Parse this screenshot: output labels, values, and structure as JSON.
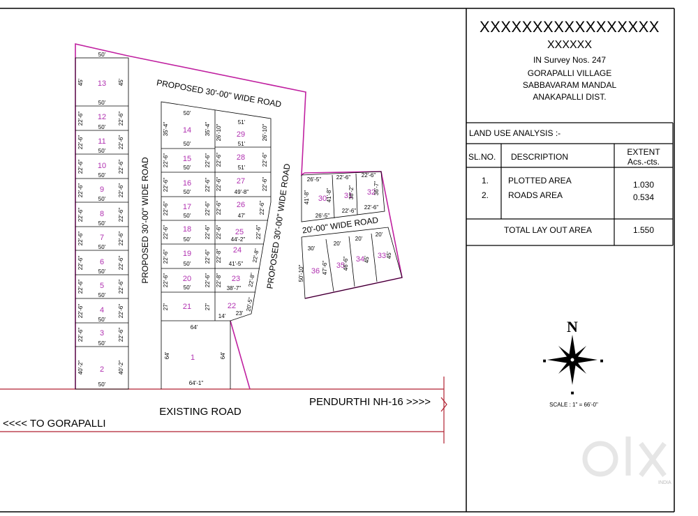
{
  "title_block": {
    "heading": "XXXXXXXXXXXXXXXXX",
    "subheading": "XXXXXX",
    "survey": "IN Survey Nos. 247",
    "village": "GORAPALLI VILLAGE",
    "mandal": "SABBAVARAM MANDAL",
    "district": "ANAKAPALLI DIST."
  },
  "land_use": {
    "title": "LAND USE  ANALYSIS :-",
    "col_slno": "SL.NO.",
    "col_desc": "DESCRIPTION",
    "col_extent": "EXTENT",
    "col_extent_unit": "Acs.-cts.",
    "rows": [
      {
        "sl": "1.",
        "desc": "PLOTTED  AREA",
        "extent": "1.030"
      },
      {
        "sl": "2.",
        "desc": "ROADS  AREA",
        "extent": "0.534"
      }
    ],
    "total_label": "TOTAL  LAY OUT AREA",
    "total_value": "1.550"
  },
  "compass": {
    "north": "N",
    "scale": "SCALE : 1\" = 66'-0\""
  },
  "roads": {
    "top_road": "PROPOSED 30'-00\" WIDE ROAD",
    "left_road": "PROPOSED 30'-00\" WIDE ROAD",
    "right_road": "PROPOSED 30'-00\" WIDE ROAD",
    "cross_road": "20'-00\" WIDE ROAD",
    "existing_road": "EXISTING ROAD",
    "to_nh16": "PENDURTHI NH-16 >>>>",
    "to_gorapalli": "<<<< TO GORAPALLI"
  },
  "colors": {
    "boundary": "#c020a0",
    "road_line": "#b02030",
    "plot_number": "#b030b0",
    "border": "#000000"
  },
  "watermark": "olx"
}
